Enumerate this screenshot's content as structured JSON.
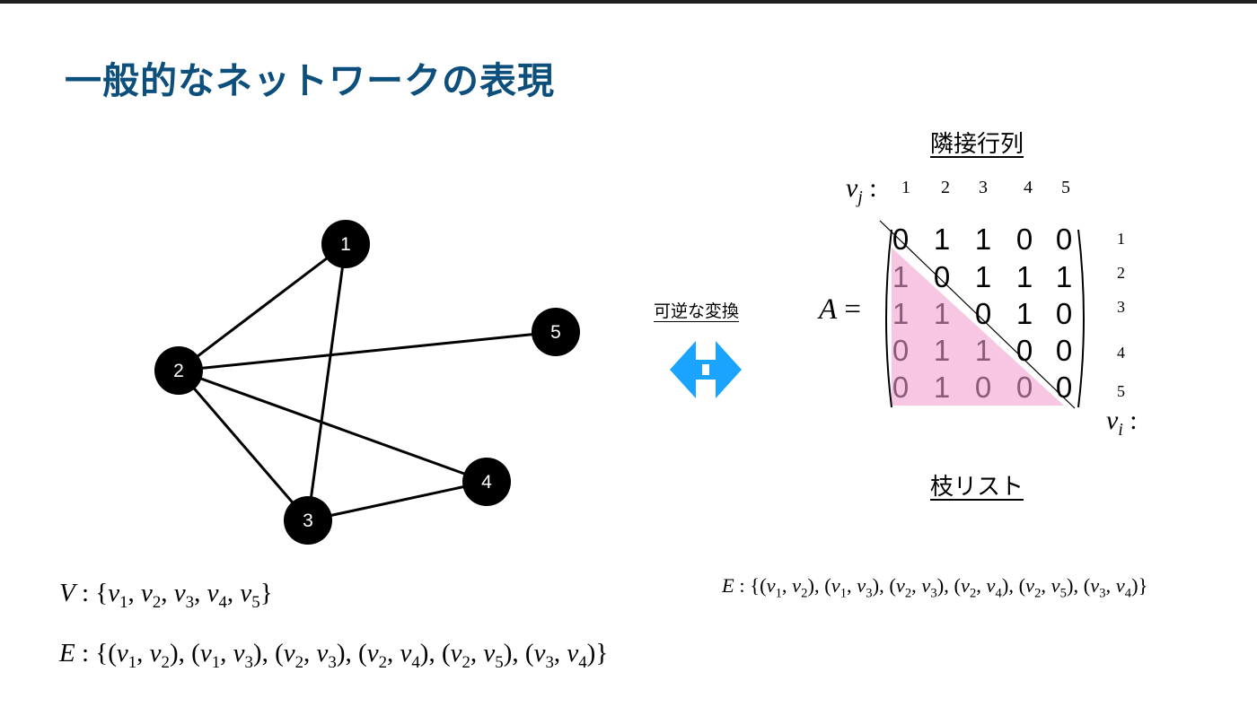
{
  "slide": {
    "title": "一般的なネットワークの表現"
  },
  "graph": {
    "nodes": [
      {
        "id": "1",
        "label": "1"
      },
      {
        "id": "2",
        "label": "2"
      },
      {
        "id": "3",
        "label": "3"
      },
      {
        "id": "4",
        "label": "4"
      },
      {
        "id": "5",
        "label": "5"
      }
    ],
    "edges": [
      [
        "1",
        "2"
      ],
      [
        "1",
        "3"
      ],
      [
        "2",
        "3"
      ],
      [
        "2",
        "4"
      ],
      [
        "2",
        "5"
      ],
      [
        "3",
        "4"
      ]
    ]
  },
  "vertex_set": {
    "prefix": "V",
    "separator": ":",
    "open": "{",
    "close": "}",
    "items": [
      "v1",
      "v2",
      "v3",
      "v4",
      "v5"
    ]
  },
  "edge_set": {
    "prefix": "E",
    "separator": ":",
    "open": "{",
    "close": "}",
    "items": [
      [
        "v1",
        "v2"
      ],
      [
        "v1",
        "v3"
      ],
      [
        "v2",
        "v3"
      ],
      [
        "v2",
        "v4"
      ],
      [
        "v2",
        "v5"
      ],
      [
        "v3",
        "v4"
      ]
    ]
  },
  "transform": {
    "label": "可逆な変換",
    "icon": "double-arrow-icon",
    "icon_color": "#1aa3ff"
  },
  "adjacency": {
    "heading": "隣接行列",
    "matrix_symbol": "A",
    "equals": "=",
    "col_axis_label": "v",
    "col_axis_sub": "j",
    "row_axis_label": "v",
    "row_axis_sub": "i",
    "axis_colon": ":",
    "col_indices": [
      "1",
      "2",
      "3",
      "4",
      "5"
    ],
    "row_indices": [
      "1",
      "2",
      "3",
      "4",
      "5"
    ],
    "rows": [
      [
        "0",
        "1",
        "1",
        "0",
        "0"
      ],
      [
        "1",
        "0",
        "1",
        "1",
        "1"
      ],
      [
        "1",
        "1",
        "0",
        "1",
        "0"
      ],
      [
        "0",
        "1",
        "1",
        "0",
        "0"
      ],
      [
        "0",
        "1",
        "0",
        "0",
        "0"
      ]
    ],
    "lower_triangle_color": "#f7c6e3"
  },
  "edge_list": {
    "heading": "枝リスト"
  }
}
